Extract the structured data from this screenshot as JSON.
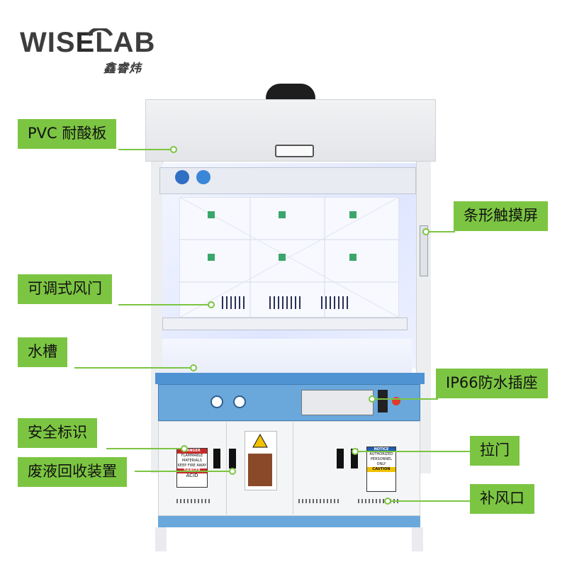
{
  "brand": {
    "name_part1": "WIS",
    "name_part2": "E",
    "name_part3": "LAB",
    "chinese_name": "鑫睿炜",
    "text_color": "#3d3d3d"
  },
  "accent_color": "#7cc542",
  "callouts": {
    "pvc_panel": "PVC 耐酸板",
    "touch_screen": "条形触摸屏",
    "adjustable_sash": "可调式风门",
    "sink": "水槽",
    "ip66_socket": "IP66防水插座",
    "safety_label": "安全标识",
    "waste_collector": "废液回收装置",
    "sliding_door": "拉门",
    "air_inlet": "补风口"
  },
  "signs": {
    "danger_top": "DANGER",
    "flammable_text": "FLAMMABLE MATERIALS KEEP FIRE AWAY",
    "danger_bottom": "DANGER",
    "acid": "ACID",
    "notice": "NOTICE",
    "authorized": "AUTHORIZED PERSONNEL ONLY",
    "caution": "CAUTION"
  }
}
